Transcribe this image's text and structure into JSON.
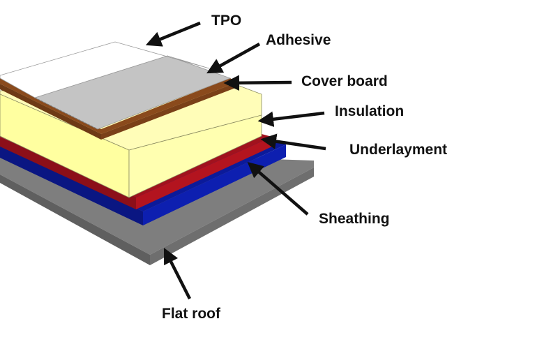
{
  "colors": {
    "tpo": "#ffffff",
    "adhesive": "#c4c4c4",
    "cover_board": "#8a4a1c",
    "insulation": "#ffffb0",
    "underlayment": "#a1121d",
    "sheathing": "#0b1a9a",
    "flat_roof": "#7e7e7e",
    "arrow": "#111111"
  },
  "labels": {
    "tpo": "TPO",
    "adhesive": "Adhesive",
    "cover_board": "Cover board",
    "insulation": "Insulation",
    "underlayment": "Underlayment",
    "sheathing": "Sheathing",
    "flat_roof": "Flat roof"
  }
}
